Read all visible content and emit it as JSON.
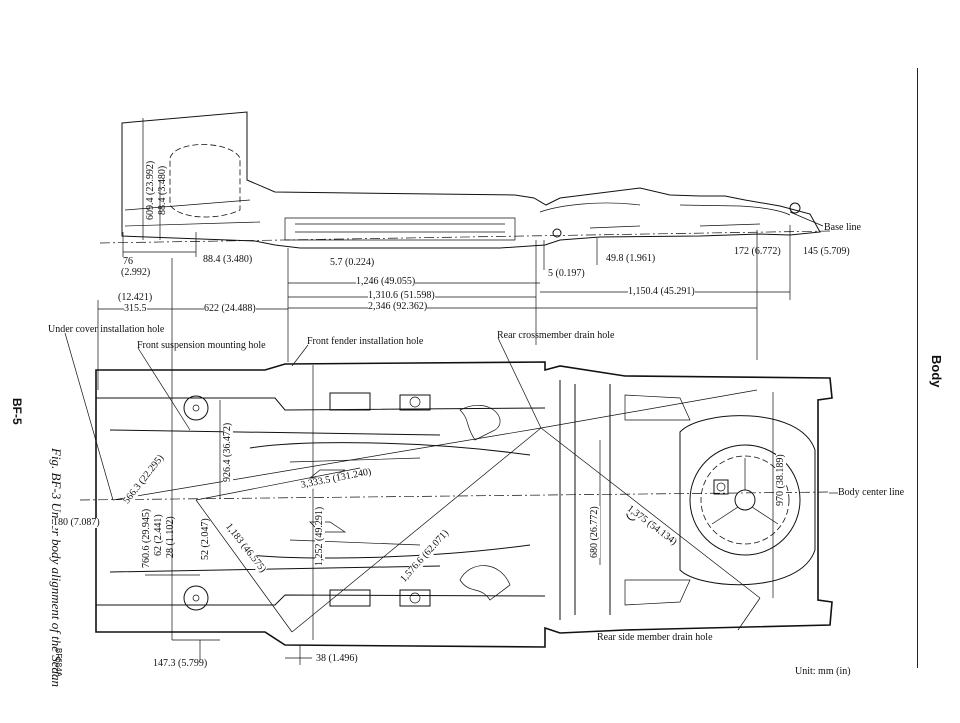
{
  "page_number": "BF-5",
  "section_tab": "Body",
  "figure": {
    "caption": "Fig. BF-3 Under body alignment of the Sedan",
    "code": "BF684A",
    "unit_note": "Unit: mm (in)"
  },
  "callouts": {
    "base_line": "Base line",
    "body_center_line": "Body center line",
    "under_cover_hole": "Under cover installation hole",
    "front_suspension_hole": "Front suspension mounting hole",
    "front_fender_hole": "Front fender installation hole",
    "rear_crossmember_hole": "Rear crossmember drain hole",
    "rear_side_member_hole": "Rear side member drain hole"
  },
  "dimensions": {
    "d_609_4": "609.4 (23.992)",
    "d_88_4_v": "88.4 (3.480)",
    "d_76": "76",
    "d_2_992": "(2.992)",
    "d_88_4_h": "88.4 (3.480)",
    "d_5_7": "5.7 (0.224)",
    "d_1246": "1,246 (49.055)",
    "d_1310": "1,310.6 (51.598)",
    "d_2346": "2,346 (92.362)",
    "d_12_421": "(12.421)",
    "d_315_5": "315.5",
    "d_622": "622 (24.488)",
    "d_49_8": "49.8 (1.961)",
    "d_5": "5 (0.197)",
    "d_1150": "1,150.4 (45.291)",
    "d_172": "172 (6.772)",
    "d_145": "145 (5.709)",
    "d_566": "566.3 (22.295)",
    "d_3333": "3,333.5 (131.240)",
    "d_926": "926.4 (36.472)",
    "d_180": "180 (7.087)",
    "d_760": "760.6 (29.945)",
    "d_62": "62 (2.441)",
    "d_28": "28 (1.102)",
    "d_52": "52 (2.047)",
    "d_1183": "1,183 (46.575)",
    "d_1252": "1,252 (49.291)",
    "d_1576": "1,576.6 (62.071)",
    "d_680": "680 (26.772)",
    "d_1375": "1,375 (54.134)",
    "d_970": "970 (38.189)",
    "d_147": "147.3 (5.799)",
    "d_38": "38 (1.496)"
  }
}
